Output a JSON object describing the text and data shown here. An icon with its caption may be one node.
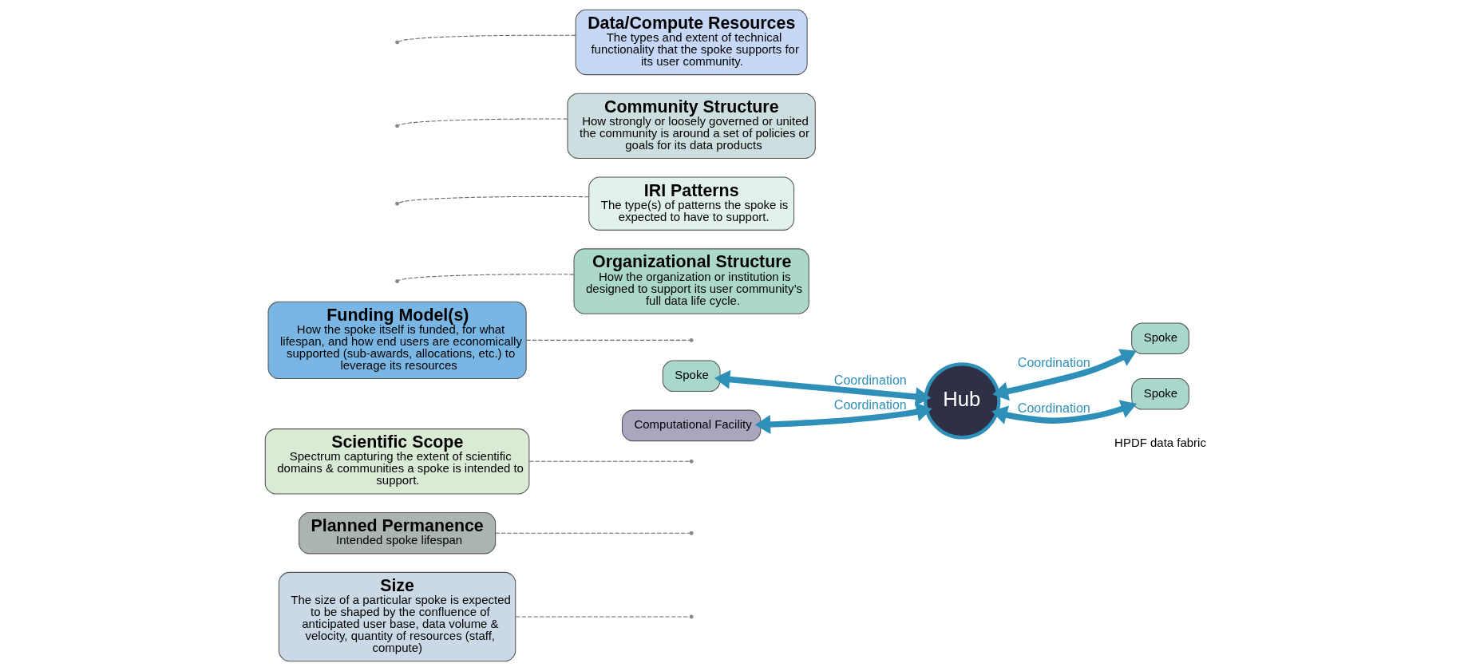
{
  "diagram": {
    "nodes": [
      {
        "text": [
          "Funding Model(s)",
          "How the spoke itself is funded, for what lifespan, and how end users are economically supported (sub-awards, allocations, etc.) to leverage its resources"
        ]
      },
      {
        "text": [
          "Organizational Structure",
          "How the organization or institution is designed to support its user community’s full data life cycle."
        ]
      },
      {
        "text": [
          "Scientific Scope",
          "Spectrum capturing the extent of scientific domains & communities a spoke is intended to support."
        ]
      },
      {
        "text": [
          "IRI Patterns",
          "The type(s) of patterns the spoke is expected to have to support."
        ]
      },
      {
        "text": [
          "Planned Permanence",
          "Intended spoke lifespan"
        ]
      },
      {
        "text": [
          "Community Structure",
          "How strongly or loosely governed or united the community is around a set of policies or goals for its data products"
        ]
      },
      {
        "text": [
          "Size",
          "The size of a particular spoke is expected to be shaped by the confluence of anticipated user base, data volume & velocity, quantity of resources (staff, compute)"
        ]
      },
      {
        "text": [
          "Data/Compute Resources",
          "The types and extent of technical functionality that the spoke supports for its user community."
        ]
      },
      {
        "text": [
          "Spoke"
        ]
      },
      {
        "text": [
          "Spoke"
        ]
      },
      {
        "text": [
          "Hub"
        ]
      },
      {
        "text": [
          "Computational Facility"
        ]
      },
      {
        "text": [
          "Spoke"
        ]
      }
    ],
    "edges": [
      {
        "from": 8,
        "to": 10,
        "arrow": "both",
        "label": "Coordination",
        "style": "thick",
        "color": "#2e8fb8"
      },
      {
        "from": 9,
        "to": 10,
        "arrow": "both",
        "label": "Coordination",
        "style": "thick",
        "color": "#2e8fb8"
      },
      {
        "from": 11,
        "to": 10,
        "arrow": "both",
        "label": "Coordination",
        "style": "thick",
        "color": "#2e8fb8"
      },
      {
        "from": 12,
        "to": 10,
        "arrow": "both",
        "label": "Coordination",
        "style": "thick",
        "color": "#2e8fb8"
      },
      {
        "from": 0,
        "to": null,
        "arrow": "none",
        "style": "dashed"
      },
      {
        "from": 1,
        "to": null,
        "arrow": "none",
        "style": "dashed"
      },
      {
        "from": 2,
        "to": null,
        "arrow": "none",
        "style": "dashed"
      },
      {
        "from": 3,
        "to": null,
        "arrow": "none",
        "style": "dashed"
      },
      {
        "from": 4,
        "to": null,
        "arrow": "none",
        "style": "dashed"
      },
      {
        "from": 5,
        "to": null,
        "arrow": "none",
        "style": "dashed"
      },
      {
        "from": 6,
        "to": null,
        "arrow": "none",
        "style": "dashed"
      },
      {
        "from": 7,
        "to": null,
        "arrow": "none",
        "style": "dashed"
      }
    ],
    "labels": [
      "HPDF data fabric"
    ]
  }
}
